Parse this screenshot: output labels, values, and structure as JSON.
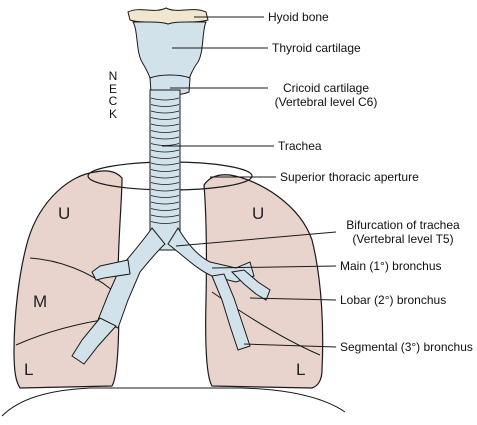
{
  "labels": {
    "hyoid": "Hyoid bone",
    "thyroid": "Thyroid cartilage",
    "cricoid_line1": "Cricoid cartilage",
    "cricoid_line2": "(Vertebral level C6)",
    "trachea": "Trachea",
    "aperture": "Superior thoracic aperture",
    "bifurcation_line1": "Bifurcation of trachea",
    "bifurcation_line2": "(Vertebral level T5)",
    "main_bronchus": "Main (1°) bronchus",
    "lobar_bronchus": "Lobar (2°) bronchus",
    "segmental_bronchus": "Segmental (3°) bronchus"
  },
  "neck_letters": [
    "N",
    "E",
    "C",
    "K"
  ],
  "lobes": {
    "right_upper": "U",
    "right_middle": "M",
    "right_lower": "L",
    "left_upper": "U",
    "left_lower": "L"
  },
  "colors": {
    "lung_fill": "#e8d4cc",
    "airway_fill": "#d2e2ea",
    "outline": "#1a1a1a",
    "hyoid_fill": "#f1e6cf"
  }
}
